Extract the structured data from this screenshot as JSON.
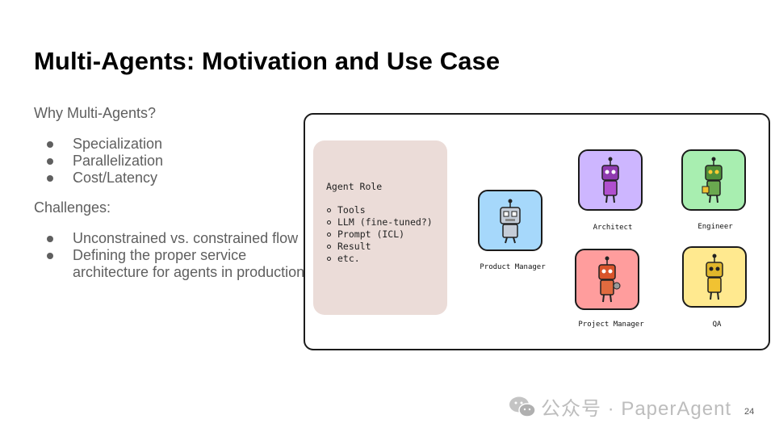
{
  "slide": {
    "title": "Multi-Agents: Motivation and Use Case",
    "page_number": "24"
  },
  "left": {
    "why_label": "Why Multi-Agents?",
    "why_items": [
      "Specialization",
      "Parallelization",
      "Cost/Latency"
    ],
    "challenges_label": "Challenges:",
    "challenge_items": [
      "Unconstrained vs. constrained flow",
      "Defining the proper service",
      "architecture for agents in production"
    ]
  },
  "figure": {
    "role_card": {
      "title": "Agent Role",
      "items": [
        "Tools",
        "LLM (fine-tuned?)",
        "Prompt (ICL)",
        "Result",
        "etc."
      ]
    },
    "agents": [
      {
        "label": "Product Manager",
        "color": "#a6d8fb",
        "robot_color": "#b9c4d2"
      },
      {
        "label": "Architect",
        "color": "#cdb6ff",
        "robot_color": "#8f3bb0"
      },
      {
        "label": "Engineer",
        "color": "#a8eeb0",
        "robot_color": "#4f8f3a"
      },
      {
        "label": "Project Manager",
        "color": "#ff9d9d",
        "robot_color": "#d9542b"
      },
      {
        "label": "QA",
        "color": "#ffe98f",
        "robot_color": "#e0b62b"
      }
    ]
  },
  "watermark": {
    "text": "公众号 · PaperAgent",
    "icon": "wechat-icon"
  }
}
